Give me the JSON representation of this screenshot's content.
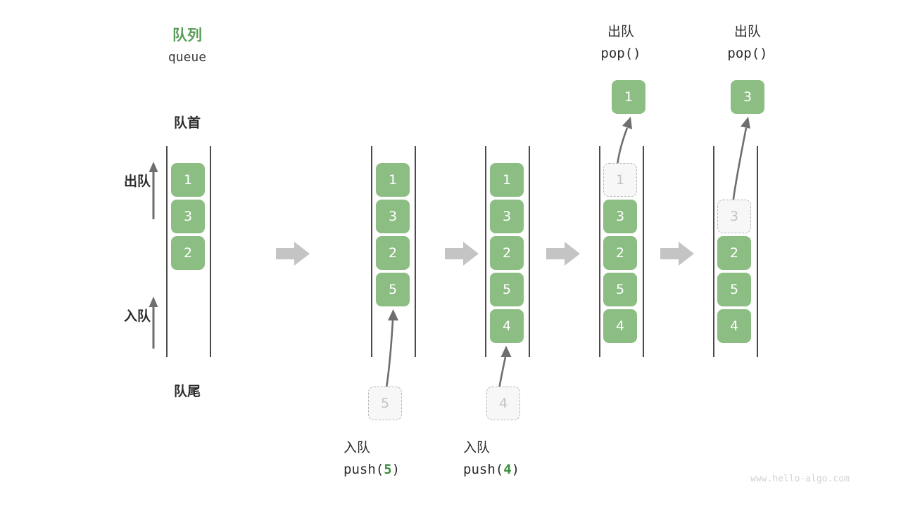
{
  "meta": {
    "watermark": "www.hello-algo.com",
    "colors": {
      "node_fill": "#8CBE84",
      "node_text": "#FFFFFF",
      "ghost_fill": "#F7F7F7",
      "ghost_text": "#C3C3C3",
      "ghost_border": "#B8B8B8",
      "title_green": "#589E57",
      "arg_green": "#3C8E3C",
      "rail": "#4A4A4A",
      "step_arrow": "#C4C4C4",
      "curve_arrow": "#6E6E6E",
      "text": "#2C2C2C",
      "watermark_color": "#D2D2D2"
    }
  },
  "header": {
    "title_cn": "队列",
    "title_en": "queue"
  },
  "labels": {
    "front": "队首",
    "rear": "队尾",
    "dequeue": "出队",
    "enqueue": "入队"
  },
  "chart_data": {
    "type": "diagram",
    "title": "队列 queue",
    "subject": "queue push/pop operation sequence",
    "steps": [
      {
        "id": "initial",
        "caption_cn": "",
        "caption_code": "",
        "nodes": [
          {
            "value": "1",
            "state": "filled"
          },
          {
            "value": "3",
            "state": "filled"
          },
          {
            "value": "2",
            "state": "filled"
          }
        ],
        "incoming": null,
        "outgoing": null
      },
      {
        "id": "push-5",
        "caption_cn": "入队",
        "caption_code": "push(5)",
        "caption_arg": "5",
        "nodes": [
          {
            "value": "1",
            "state": "filled"
          },
          {
            "value": "3",
            "state": "filled"
          },
          {
            "value": "2",
            "state": "filled"
          },
          {
            "value": "5",
            "state": "filled"
          }
        ],
        "incoming": {
          "value": "5",
          "state": "ghost",
          "position": "below"
        },
        "outgoing": null
      },
      {
        "id": "push-4",
        "caption_cn": "入队",
        "caption_code": "push(4)",
        "caption_arg": "4",
        "nodes": [
          {
            "value": "1",
            "state": "filled"
          },
          {
            "value": "3",
            "state": "filled"
          },
          {
            "value": "2",
            "state": "filled"
          },
          {
            "value": "5",
            "state": "filled"
          },
          {
            "value": "4",
            "state": "filled"
          }
        ],
        "incoming": {
          "value": "4",
          "state": "ghost",
          "position": "below"
        },
        "outgoing": null
      },
      {
        "id": "pop-1",
        "caption_cn": "出队",
        "caption_code": "pop()",
        "caption_arg": "",
        "nodes": [
          {
            "value": "1",
            "state": "ghost"
          },
          {
            "value": "3",
            "state": "filled"
          },
          {
            "value": "2",
            "state": "filled"
          },
          {
            "value": "5",
            "state": "filled"
          },
          {
            "value": "4",
            "state": "filled"
          }
        ],
        "incoming": null,
        "outgoing": {
          "value": "1",
          "state": "filled",
          "position": "above"
        }
      },
      {
        "id": "pop-3",
        "caption_cn": "出队",
        "caption_code": "pop()",
        "caption_arg": "",
        "nodes": [
          {
            "value": "",
            "state": "empty"
          },
          {
            "value": "3",
            "state": "ghost"
          },
          {
            "value": "2",
            "state": "filled"
          },
          {
            "value": "5",
            "state": "filled"
          },
          {
            "value": "4",
            "state": "filled"
          }
        ],
        "incoming": null,
        "outgoing": {
          "value": "3",
          "state": "filled",
          "position": "above"
        }
      }
    ]
  }
}
